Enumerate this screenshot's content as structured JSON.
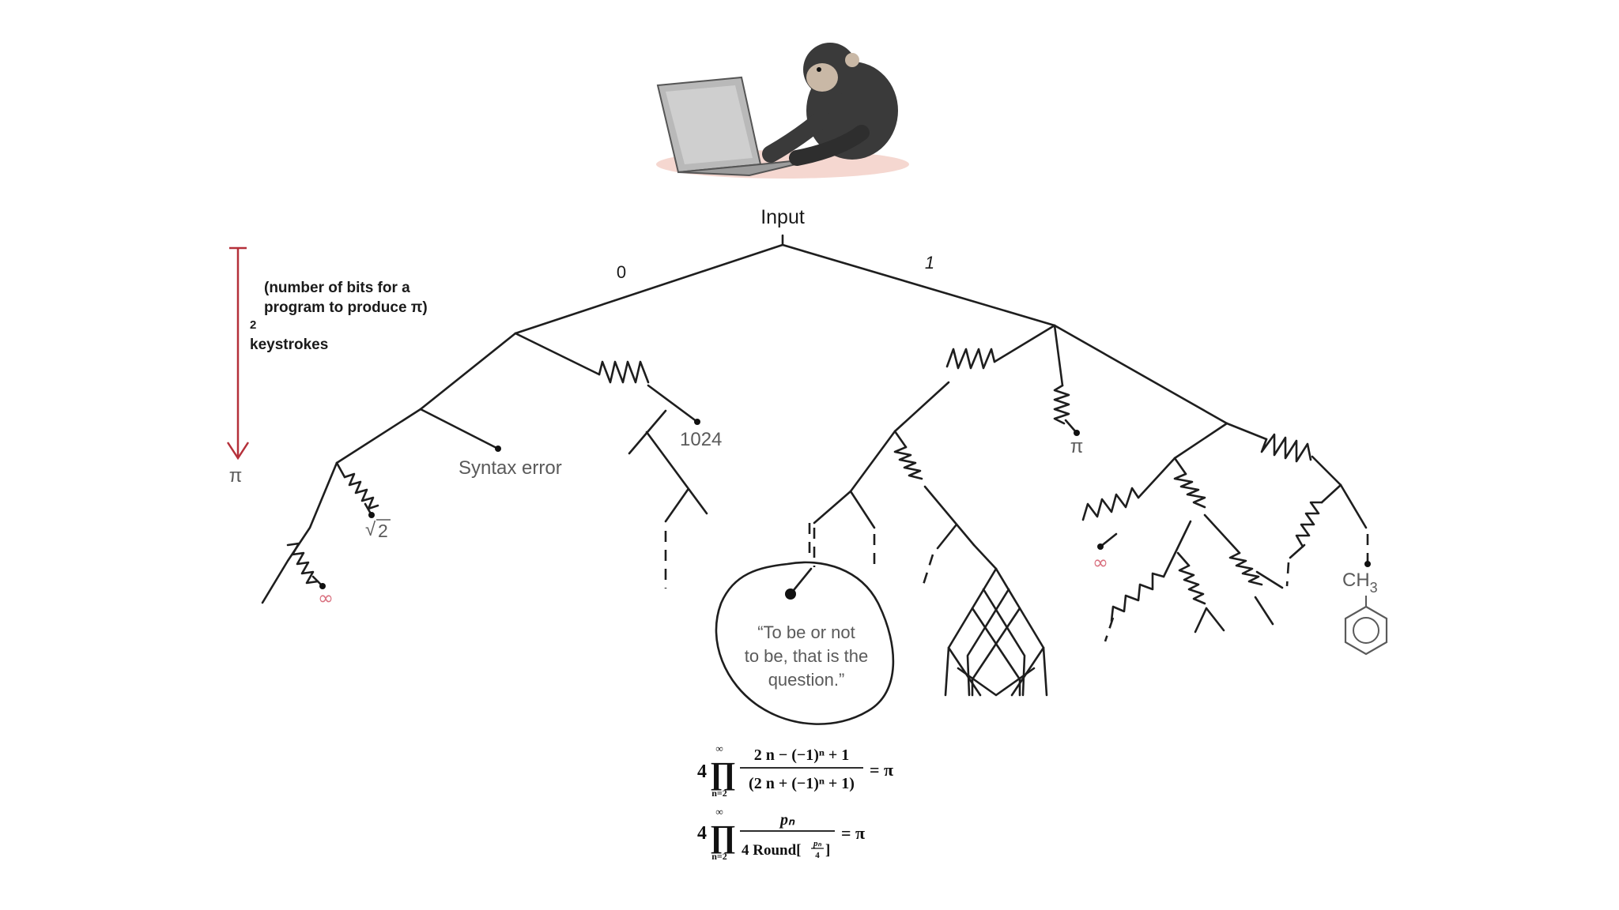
{
  "root_label": "Input",
  "edge_zero": "0",
  "edge_one": "1",
  "annotation": {
    "line1": "(number of bits for a",
    "line2": "program to produce π)",
    "exponent": "2",
    "keystrokes": "keystrokes",
    "arrow_end": "π"
  },
  "leaves": {
    "sqrt2_root": "√",
    "sqrt2_arg": "2",
    "inf_left": "∞",
    "syntax_error": "Syntax error",
    "n1024": "1024",
    "pi_mid": "π",
    "inf_right": "∞",
    "ch3_base": "CH",
    "ch3_sub": "3"
  },
  "quote": {
    "line1": "“To be or not",
    "line2": "to be, that is the",
    "line3": "question.”"
  },
  "formula1": {
    "coef": "4",
    "prod": "∏",
    "upper": "∞",
    "lower": "n=2",
    "numerator": "2 n − (−1)ⁿ + 1",
    "denominator": "(2 n + (−1)ⁿ + 1)",
    "rhs": "= π"
  },
  "formula2": {
    "coef": "4",
    "prod": "∏",
    "upper": "∞",
    "lower": "n=2",
    "numerator": "pₙ",
    "denominator_func": "4 Round[",
    "inner_num": "pₙ",
    "inner_den": "4",
    "bracket_close": "]",
    "rhs": "= π"
  },
  "colors": {
    "arrow": "#b5303a",
    "infinity": "#d9707f",
    "line": "#1e1e1e",
    "text_gray": "#5a5a5a"
  }
}
